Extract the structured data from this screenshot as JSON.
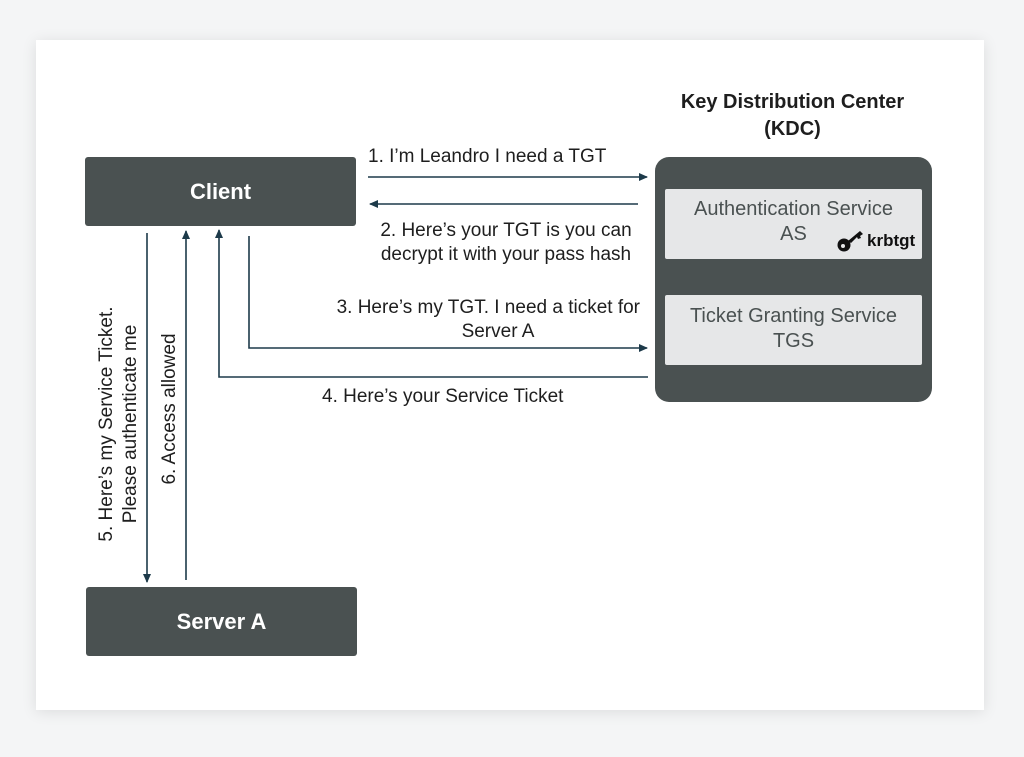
{
  "kdc": {
    "title_line1": "Key Distribution Center",
    "title_line2": "(KDC)",
    "as": {
      "line1": "Authentication Service",
      "line2": "AS",
      "key_label": "krbtgt"
    },
    "tgs": {
      "line1": "Ticket Granting Service",
      "line2": "TGS"
    }
  },
  "client": {
    "label": "Client"
  },
  "server": {
    "label": "Server A"
  },
  "steps": {
    "s1": "1. I’m Leandro I need a TGT",
    "s2_line1": "2. Here’s your TGT is you can",
    "s2_line2": "decrypt it with your pass hash",
    "s3_line1": "3. Here’s my TGT. I need a ticket for",
    "s3_line2": "Server A",
    "s4": "4. Here’s your Service Ticket",
    "s5_line1": "5. Here’s my Service Ticket.",
    "s5_line2": "Please authenticate me",
    "s6": "6. Access allowed"
  },
  "colors": {
    "box": "#4a5151",
    "service": "#e6e7e8",
    "arrow": "#1d3a4a"
  },
  "icons": {
    "key": "key-icon"
  }
}
